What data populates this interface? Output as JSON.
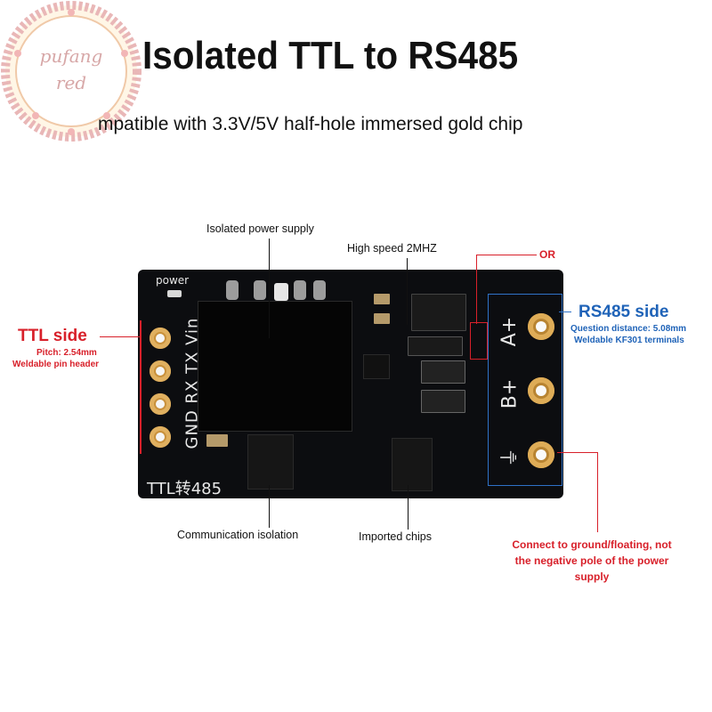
{
  "title": "Isolated TTL to RS485",
  "subtitle": "mpatible with 3.3V/5V half-hole immersed gold chip",
  "watermark": {
    "line1": "pufang",
    "line2": "red"
  },
  "labels": {
    "isolated_power": "Isolated power supply",
    "high_speed": "High speed 2MHZ",
    "or": "OR",
    "comm_isolation": "Communication isolation",
    "imported_chips": "Imported chips"
  },
  "ttl": {
    "heading": "TTL side",
    "pitch": "Pitch: 2.54mm",
    "header": "Weldable pin header"
  },
  "rs485": {
    "heading": "RS485 side",
    "distance": "Question distance: 5.08mm",
    "terminals": "Weldable KF301 terminals"
  },
  "ground_note": {
    "line1": "Connect to ground/floating, not",
    "line2": "the negative pole of the power",
    "line3": "supply"
  },
  "silkscreen": {
    "power": "power",
    "pins": "GND RX TX Vin",
    "model": "TTL转485",
    "a_plus": "A+",
    "b_plus": "B+",
    "ground_symbol": "⏚"
  },
  "colors": {
    "accent_red": "#d8202a",
    "accent_blue": "#1f63b8",
    "board": "#0c0d10",
    "gold": "#c9913c"
  }
}
